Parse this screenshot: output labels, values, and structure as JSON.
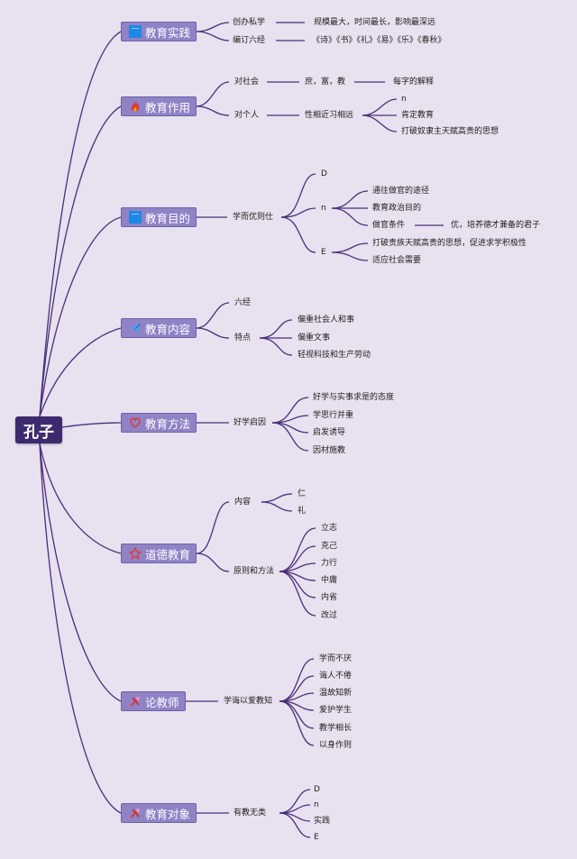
{
  "root": {
    "label": "孔子"
  },
  "branches": [
    {
      "label": "教育实践",
      "icon": "book-icon"
    },
    {
      "label": "教育作用",
      "icon": "fire-icon"
    },
    {
      "label": "教育目的",
      "icon": "book-icon"
    },
    {
      "label": "教育内容",
      "icon": "paper-plane-icon"
    },
    {
      "label": "教育方法",
      "icon": "heart-icon"
    },
    {
      "label": "道德教育",
      "icon": "star-icon"
    },
    {
      "label": "论教师",
      "icon": "tools-icon"
    },
    {
      "label": "教育对象",
      "icon": "tools-icon"
    }
  ],
  "practice": {
    "private_school": "创办私学",
    "private_school_note": "规模最大，时间最长，影响最深远",
    "six_classics": "编订六经",
    "six_classics_note": "《诗》《书》《礼》《易》《乐》《春秋》"
  },
  "function": {
    "society": "对社会",
    "society_note": "庶，富，教",
    "society_note2": "每字的解释",
    "individual": "对个人",
    "individual_note": "性相近习相远",
    "ind_a": "n",
    "ind_b": "肯定教育",
    "ind_c": "打破奴隶主天赋高贵的思想"
  },
  "purpose": {
    "main": "学而优则仕",
    "d": "D",
    "n": "n",
    "n1": "通往做官的途径",
    "n2": "教育政治目的",
    "n3": "做官条件",
    "n3_note": "优，培养德才兼备的君子",
    "e": "E",
    "e1": "打破贵族天赋高贵的思想，促进求学积极性",
    "e2": "适应社会需要"
  },
  "content": {
    "six": "六经",
    "features": "特点",
    "f1": "偏重社会人和事",
    "f2": "偏重文事",
    "f3": "轻视科技和生产劳动"
  },
  "method": {
    "main": "好学启因",
    "m1": "好学与实事求是的态度",
    "m2": "学思行并重",
    "m3": "启发诱导",
    "m4": "因材施教"
  },
  "moral": {
    "content": "内容",
    "c1": "仁",
    "c2": "礼",
    "principles": "原则和方法",
    "p1": "立志",
    "p2": "克己",
    "p3": "力行",
    "p4": "中庸",
    "p5": "内省",
    "p6": "改过"
  },
  "teacher": {
    "main": "学诲以爱教知",
    "t1": "学而不厌",
    "t2": "诲人不倦",
    "t3": "温故知新",
    "t4": "爱护学生",
    "t5": "教学相长",
    "t6": "以身作则"
  },
  "target": {
    "main": "有教无类",
    "a": "D",
    "b": "n",
    "c": "实践",
    "d": "E"
  },
  "colors": {
    "background": "#e8e1ef",
    "line": "#4b2f7a",
    "root": "#3d2a6e",
    "branch": "#8f83c6"
  }
}
